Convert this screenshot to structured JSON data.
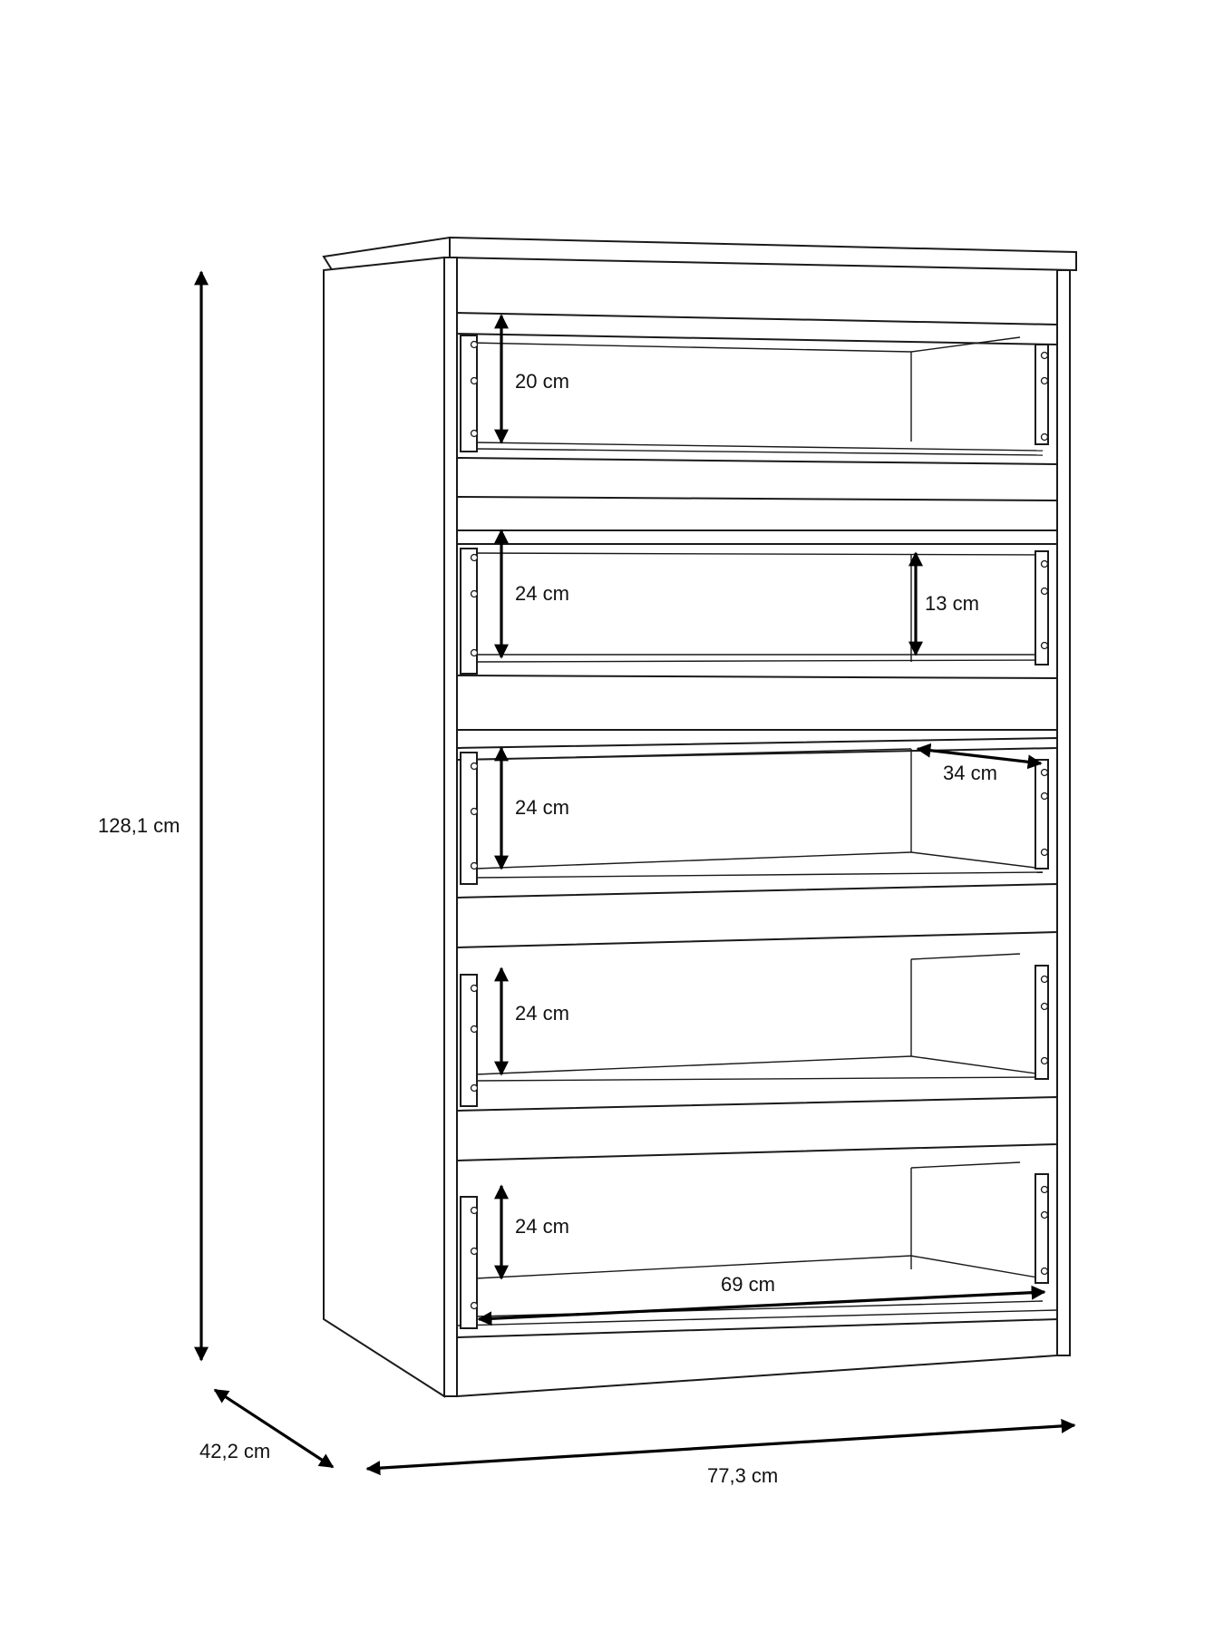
{
  "dimensions": {
    "overall_height": "128,1 cm",
    "depth": "42,2 cm",
    "width": "77,3 cm"
  },
  "drawers": [
    {
      "height": "20 cm"
    },
    {
      "height": "24 cm"
    },
    {
      "height": "24 cm"
    },
    {
      "height": "24 cm"
    },
    {
      "height": "24 cm"
    }
  ],
  "inner_dimensions": {
    "inner_height": "13 cm",
    "inner_depth": "34 cm",
    "inner_width": "69 cm"
  }
}
